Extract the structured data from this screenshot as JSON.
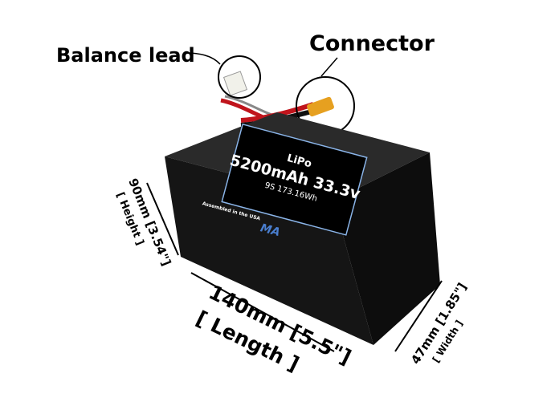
{
  "callouts": {
    "balance_lead": "Balance lead",
    "connector": "Connector"
  },
  "battery_label": {
    "chemistry": "LiPo",
    "capacity_voltage": "5200mAh 33.3v",
    "config_energy": "9S 173.16Wh",
    "assembled": "Assembled in the USA",
    "logo": "MA"
  },
  "dimensions": {
    "height": "90mm [3.54\"]",
    "height_name": "[ Height ]",
    "length": "140mm [5.5\"]",
    "length_name": "[ Length ]",
    "width": "47mm [1.85\"]",
    "width_name": "[ Width ]"
  },
  "colors": {
    "battery": "#111111",
    "label_border": "#8ab4e8",
    "connector": "#e6a020",
    "wire_red": "#c0141c"
  }
}
